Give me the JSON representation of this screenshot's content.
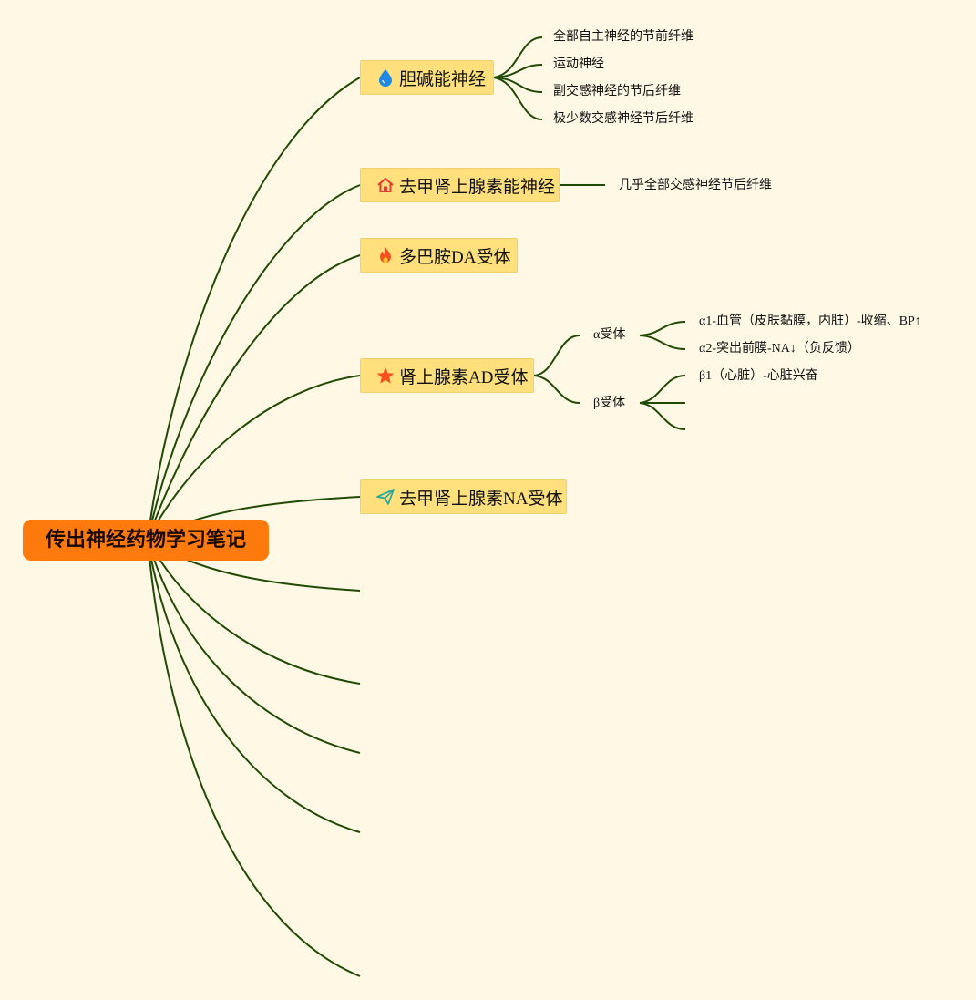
{
  "root": {
    "label": "传出神经药物学习笔记"
  },
  "topics": [
    {
      "label": "胆碱能神经",
      "icon": "water-drop-icon",
      "children": [
        "全部自主神经的节前纤维",
        "运动神经",
        "副交感神经的节后纤维",
        "极少数交感神经节后纤维"
      ]
    },
    {
      "label": "去甲肾上腺素能神经",
      "icon": "house-icon",
      "children": [
        "几乎全部交感神经节后纤维"
      ]
    },
    {
      "label": "多巴胺DA受体",
      "icon": "flame-icon",
      "children": []
    },
    {
      "label": "肾上腺素AD受体",
      "icon": "star-icon",
      "groups": [
        {
          "label": "α受体",
          "children": [
            "α1-血管（皮肤黏膜，内脏）-收缩、BP↑",
            "α2-突出前膜-NA↓（负反馈）"
          ]
        },
        {
          "label": "β受体",
          "children": [
            "β1（心脏）-心脏兴奋"
          ]
        }
      ]
    },
    {
      "label": "去甲肾上腺素NA受体",
      "icon": "paper-plane-icon",
      "children": []
    }
  ],
  "colors": {
    "background": "#fff8e5",
    "root": "#ff7a0c",
    "topic": "#ffe07d",
    "edge": "#1f4a05"
  }
}
